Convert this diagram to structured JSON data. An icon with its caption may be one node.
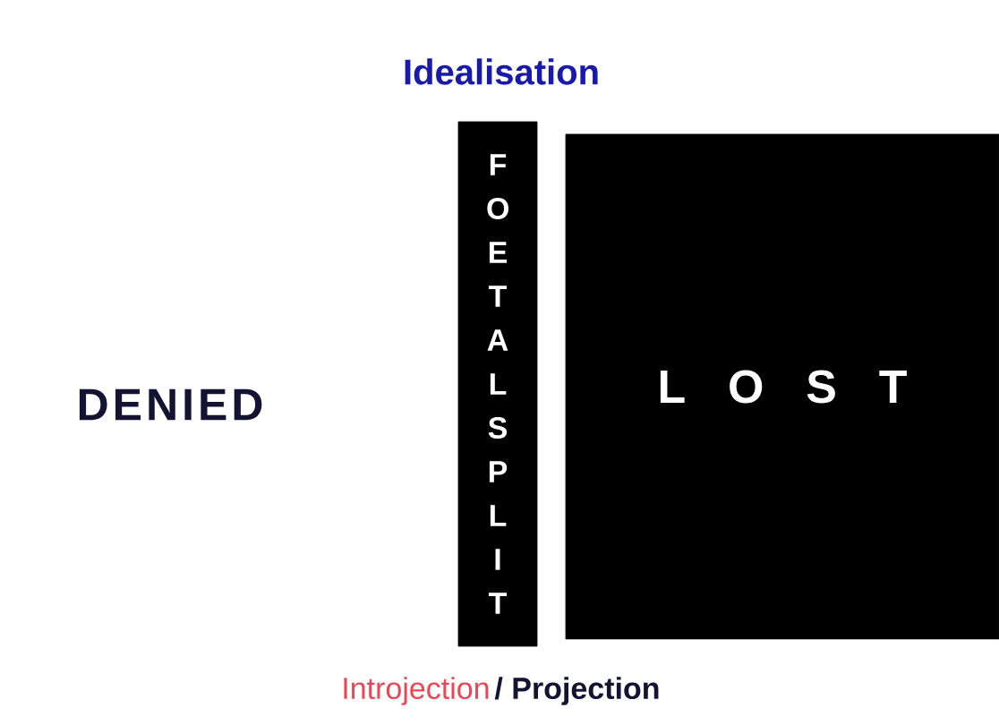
{
  "diagram": {
    "title": "Idealisation",
    "nodes": [
      {
        "text": [
          "FOETAL SPLIT"
        ]
      },
      {
        "text": [
          "L O S T"
        ]
      }
    ],
    "labels": [
      "DENIED",
      "Introjection",
      "/ Projection"
    ]
  }
}
